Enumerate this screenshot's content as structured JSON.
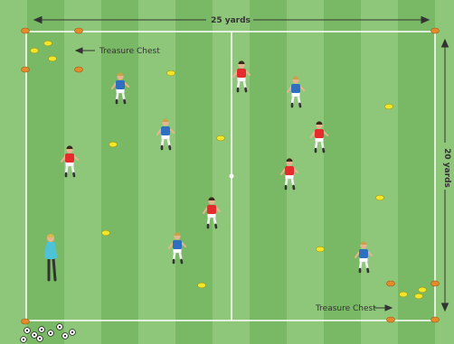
{
  "diagram": {
    "width_label": "25 yards",
    "height_label": "20 yards",
    "treasure_chest_top": "Treasure Chest",
    "treasure_chest_bottom": "Treasure Chest"
  },
  "colors": {
    "stripe_light": "#8fc77a",
    "stripe_dark": "#79b865",
    "line": "#ffffff",
    "cone": "#e58a2b",
    "marker": "#f2e62a",
    "red_team": "#e52b2b",
    "blue_team": "#2f6fbf",
    "keeper": "#4fc3d6"
  }
}
